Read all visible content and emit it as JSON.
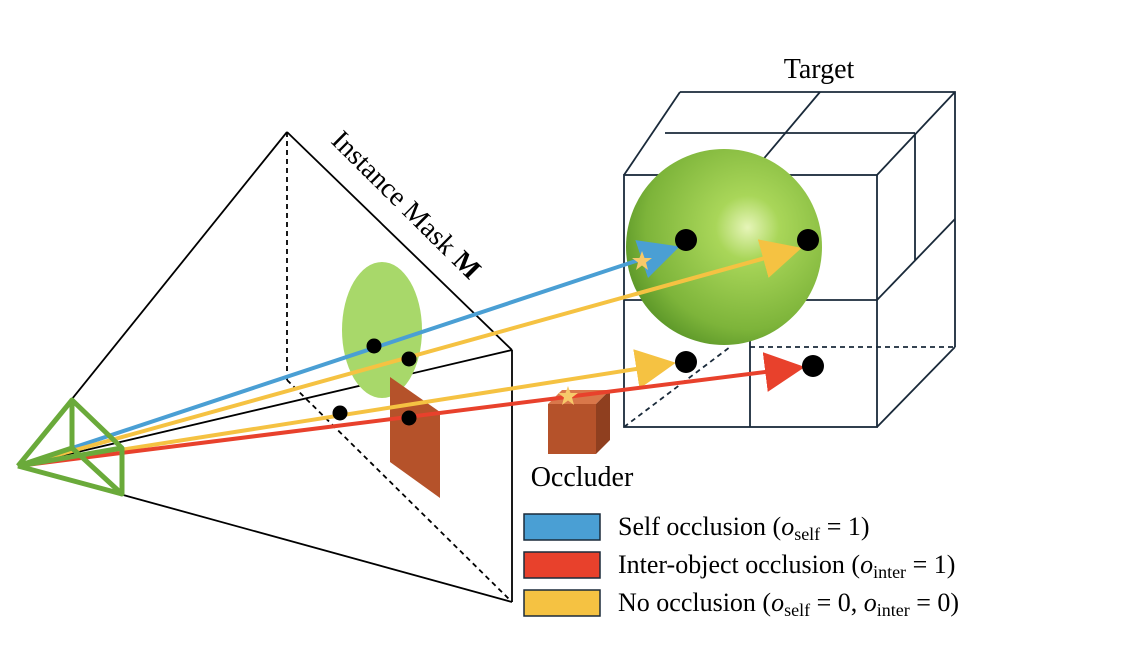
{
  "labels": {
    "target": "Target",
    "occluder": "Occluder",
    "instance_mask": "Instance Mask",
    "instance_mask_symbol": "M"
  },
  "legend": [
    {
      "color": "#4a9fd4",
      "text": "Self occlusion (",
      "math": [
        {
          "t": "o",
          "style": "it"
        },
        {
          "t": "self",
          "style": "sub"
        },
        {
          "t": " = 1)",
          "style": ""
        }
      ]
    },
    {
      "color": "#e8412c",
      "text": "Inter-object occlusion (",
      "math": [
        {
          "t": "o",
          "style": "it"
        },
        {
          "t": "inter",
          "style": "sub"
        },
        {
          "t": " = 1)",
          "style": ""
        }
      ]
    },
    {
      "color": "#f5c242",
      "text": "No occlusion (",
      "math": [
        {
          "t": "o",
          "style": "it"
        },
        {
          "t": "self",
          "style": "sub"
        },
        {
          "t": " = 0, ",
          "style": ""
        },
        {
          "t": "o",
          "style": "it"
        },
        {
          "t": "inter",
          "style": "sub"
        },
        {
          "t": " = 0)",
          "style": ""
        }
      ]
    }
  ],
  "colors": {
    "self_occlusion": "#4a9fd4",
    "inter_occlusion": "#e8412c",
    "no_occlusion": "#f5c242",
    "camera": "#6aaa3a",
    "sphere": "#8cc63e",
    "mask_ellipse": "#a8d86a",
    "occluder": "#b5522a",
    "star": "#f7c96a"
  }
}
